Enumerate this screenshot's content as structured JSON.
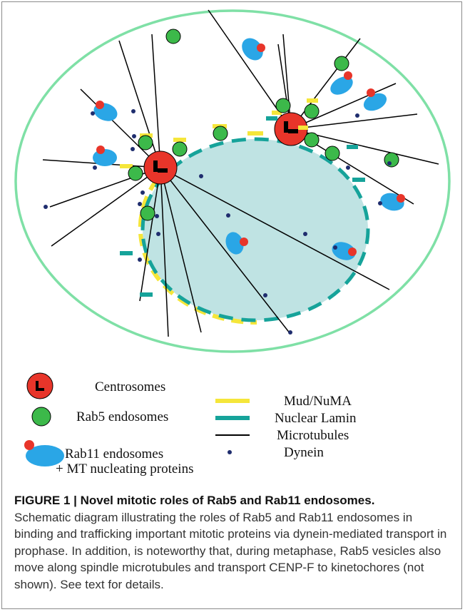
{
  "legend": {
    "centrosomes": "Centrosomes",
    "rab5": "Rab5 endosomes",
    "rab11": "Rab11 endosomes",
    "rab11_sub": "+ MT nucleating proteins",
    "mud": "Mud/NuMA",
    "lamin": "Nuclear Lamin",
    "microtubules": "Microtubules",
    "dynein": "Dynein"
  },
  "caption": {
    "title": "FIGURE 1 | Novel mitotic roles of Rab5 and Rab11 endosomes.",
    "body": "Schematic diagram illustrating the roles of Rab5 and Rab11 endosomes in binding and trafficking important mitotic proteins via dynein-mediated transport in prophase. In addition, is noteworthy that, during metaphase, Rab5 vesicles also move along spindle microtubules and transport CENP-F to kinetochores (not shown). See text for details."
  },
  "colors": {
    "cell_outline": "#7fe0a6",
    "nucleus_fill": "#bfe3e3",
    "lamin": "#16a39a",
    "mud": "#f5e63a",
    "centrosome": "#e8352a",
    "rab5": "#3cb94a",
    "rab11": "#2aa6e6",
    "rab11_cap": "#e8352a",
    "dynein": "#1f2d6e",
    "microtubule": "#000000"
  }
}
